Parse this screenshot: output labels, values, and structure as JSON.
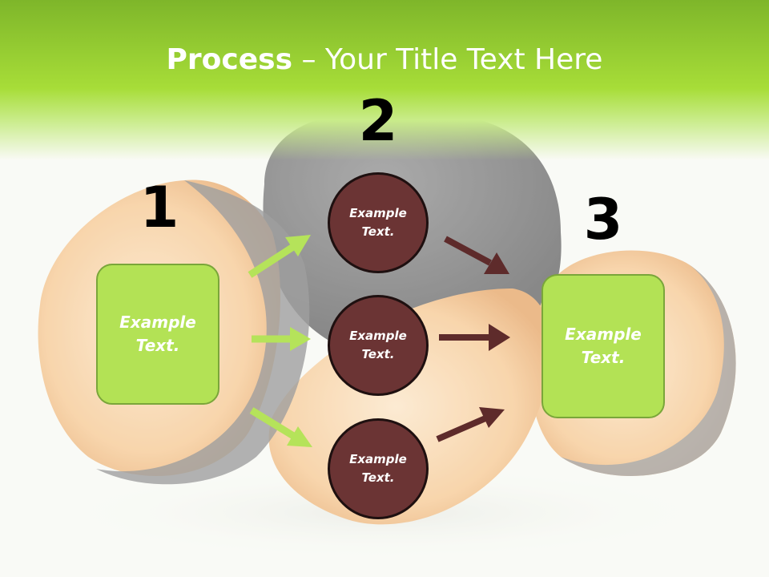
{
  "title": {
    "bold": "Process",
    "rest": " – Your Title Text Here"
  },
  "steps": [
    {
      "number": "1",
      "text": "Example Text."
    },
    {
      "number": "2",
      "circles": [
        "Example Text.",
        "Example Text.",
        "Example Text."
      ]
    },
    {
      "number": "3",
      "text": "Example Text."
    }
  ],
  "colors": {
    "green": "#b3e255",
    "green_border": "#7aa63a",
    "brown": "#6b3434",
    "arrow_green": "#b5e35a",
    "arrow_brown": "#5e2b2b"
  }
}
